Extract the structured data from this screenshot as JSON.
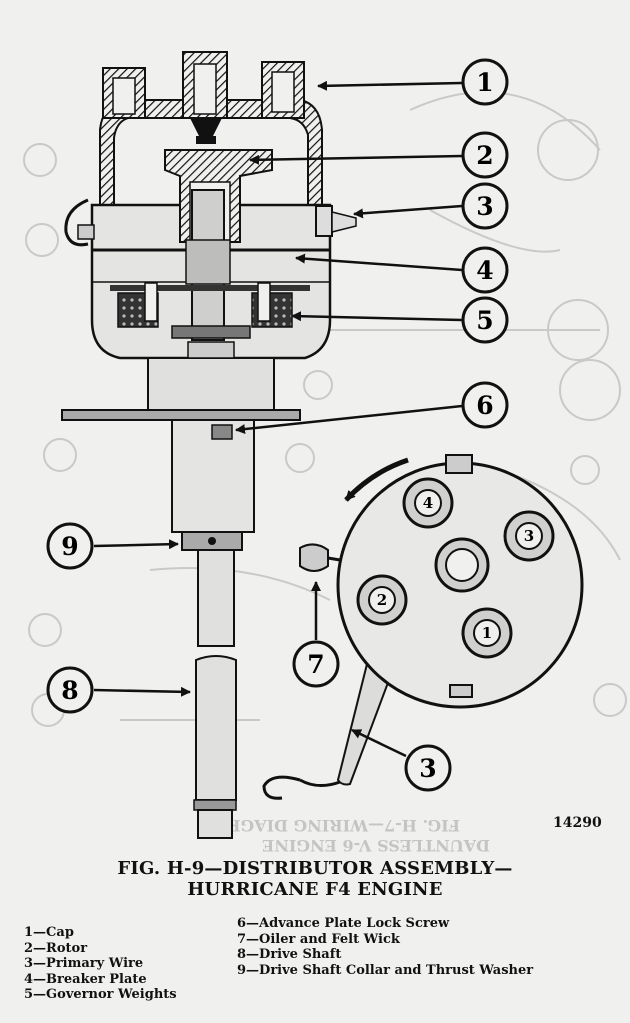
{
  "callouts": [
    "1",
    "2",
    "3",
    "4",
    "5",
    "6",
    "9",
    "8",
    "7",
    "3"
  ],
  "cap_terminals": [
    "4",
    "3",
    "2",
    "1"
  ],
  "figure_number": "14290",
  "caption": {
    "line1": "FIG. H-9—DISTRIBUTOR ASSEMBLY—",
    "line2": "HURRICANE F4 ENGINE"
  },
  "legend_left": [
    "1—Cap",
    "2—Rotor",
    "3—Primary Wire",
    "4—Breaker Plate",
    "5—Governor Weights"
  ],
  "legend_right": [
    "6—Advance Plate Lock Screw",
    "7—Oiler and Felt Wick",
    "8—Drive Shaft",
    "9—Drive Shaft Collar and Thrust Washer"
  ]
}
